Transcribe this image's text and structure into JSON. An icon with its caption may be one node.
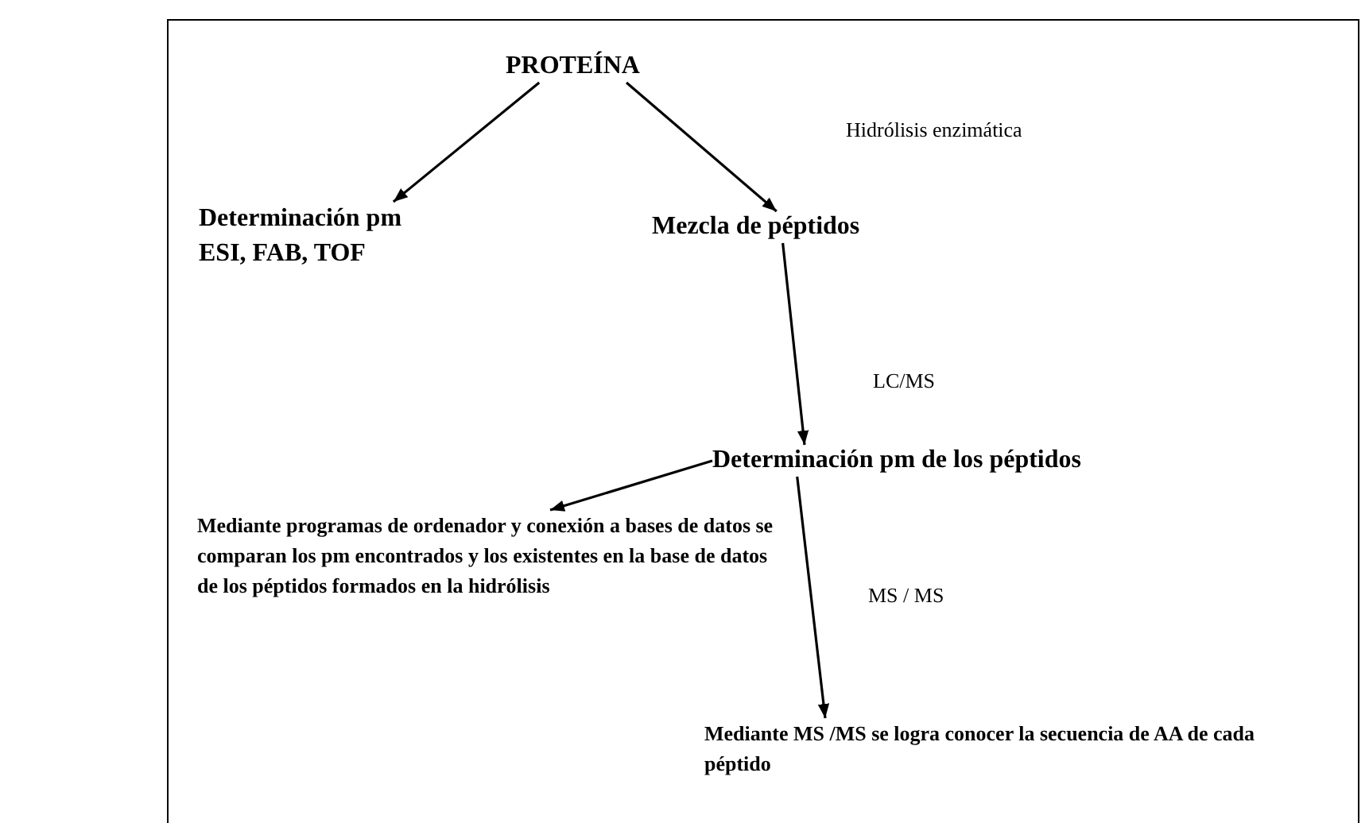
{
  "diagram": {
    "nodes": [
      {
        "text": [
          "PROTEÍNA"
        ]
      },
      {
        "text": [
          "Determinación pm",
          "ESI, FAB, TOF"
        ]
      },
      {
        "text": [
          "Mezcla de péptidos"
        ]
      },
      {
        "text": [
          "Determinación pm de los péptidos"
        ]
      },
      {
        "text": [
          "Mediante programas de ordenador y conexión a bases de datos se comparan los pm encontrados y los existentes en la base de datos de los péptidos formados en la hidrólisis"
        ]
      },
      {
        "text": [
          "Mediante MS /MS se logra conocer la secuencia de AA de cada péptido"
        ]
      }
    ],
    "edges": [
      {
        "from": 0,
        "to": 1,
        "arrow": "to"
      },
      {
        "from": 0,
        "to": 2,
        "arrow": "to",
        "label": "Hidrólisis enzimática"
      },
      {
        "from": 2,
        "to": 3,
        "arrow": "to",
        "label": "LC/MS"
      },
      {
        "from": 3,
        "to": 4,
        "arrow": "to"
      },
      {
        "from": 3,
        "to": 5,
        "arrow": "to",
        "label": "MS / MS"
      }
    ]
  }
}
